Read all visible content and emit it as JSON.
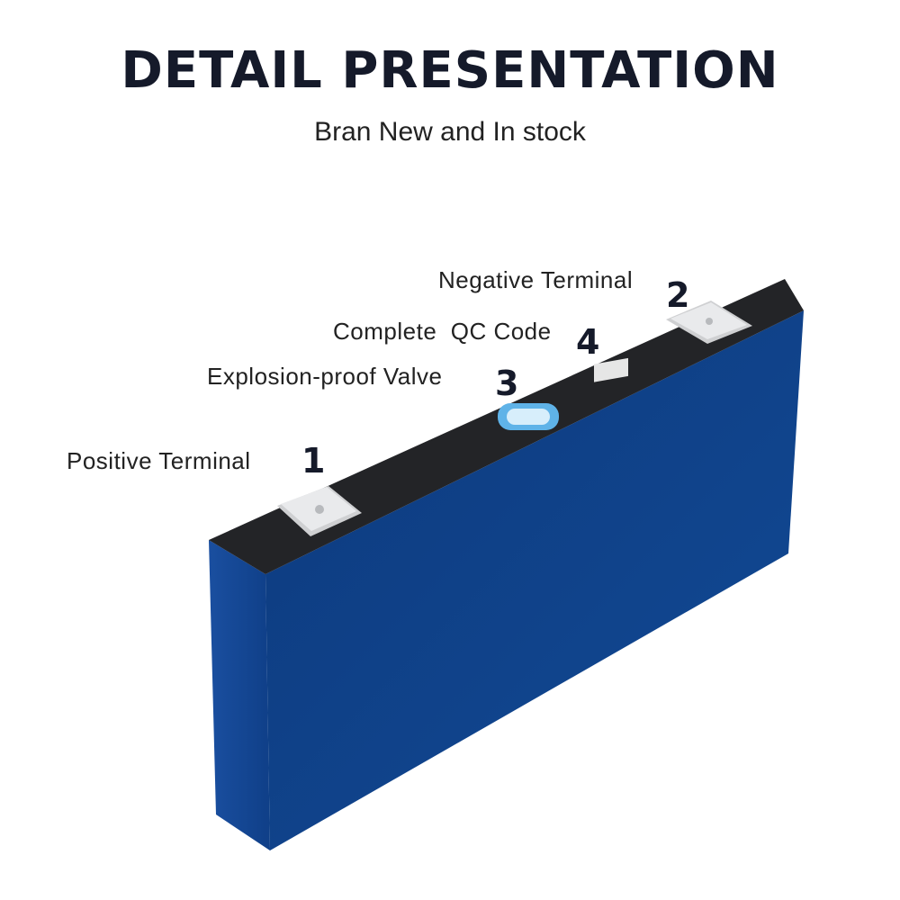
{
  "header": {
    "title": "DETAIL PRESENTATION",
    "subtitle": "Bran New and In stock"
  },
  "callouts": [
    {
      "label": "Positive Terminal",
      "number": "1"
    },
    {
      "label": "Negative Terminal",
      "number": "2"
    },
    {
      "label": "Explosion-proof Valve",
      "number": "3"
    },
    {
      "label": "Complete  QC Code",
      "number": "4"
    }
  ],
  "colors": {
    "casing_blue": "#0f3f85",
    "top_cover": "#1e1f22"
  }
}
